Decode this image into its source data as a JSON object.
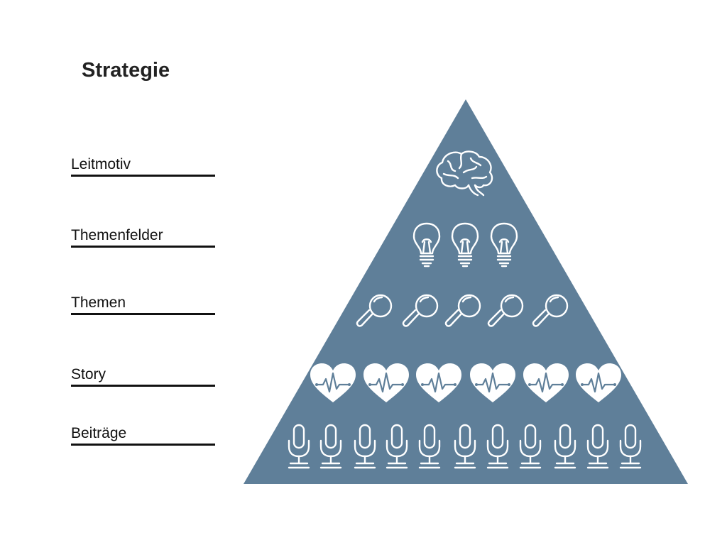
{
  "title": "Strategie",
  "colors": {
    "pyramid_fill": "#5f7f99",
    "icon_stroke": "#ffffff",
    "label_line": "#111111"
  },
  "levels": [
    {
      "label": "Leitmotiv",
      "icon": "brain-icon",
      "count": 1
    },
    {
      "label": "Themenfelder",
      "icon": "lightbulb-icon",
      "count": 3
    },
    {
      "label": "Themen",
      "icon": "magnifier-icon",
      "count": 5
    },
    {
      "label": "Story",
      "icon": "heartbeat-icon",
      "count": 6
    },
    {
      "label": "Beiträge",
      "icon": "microphone-icon",
      "count": 11
    }
  ]
}
